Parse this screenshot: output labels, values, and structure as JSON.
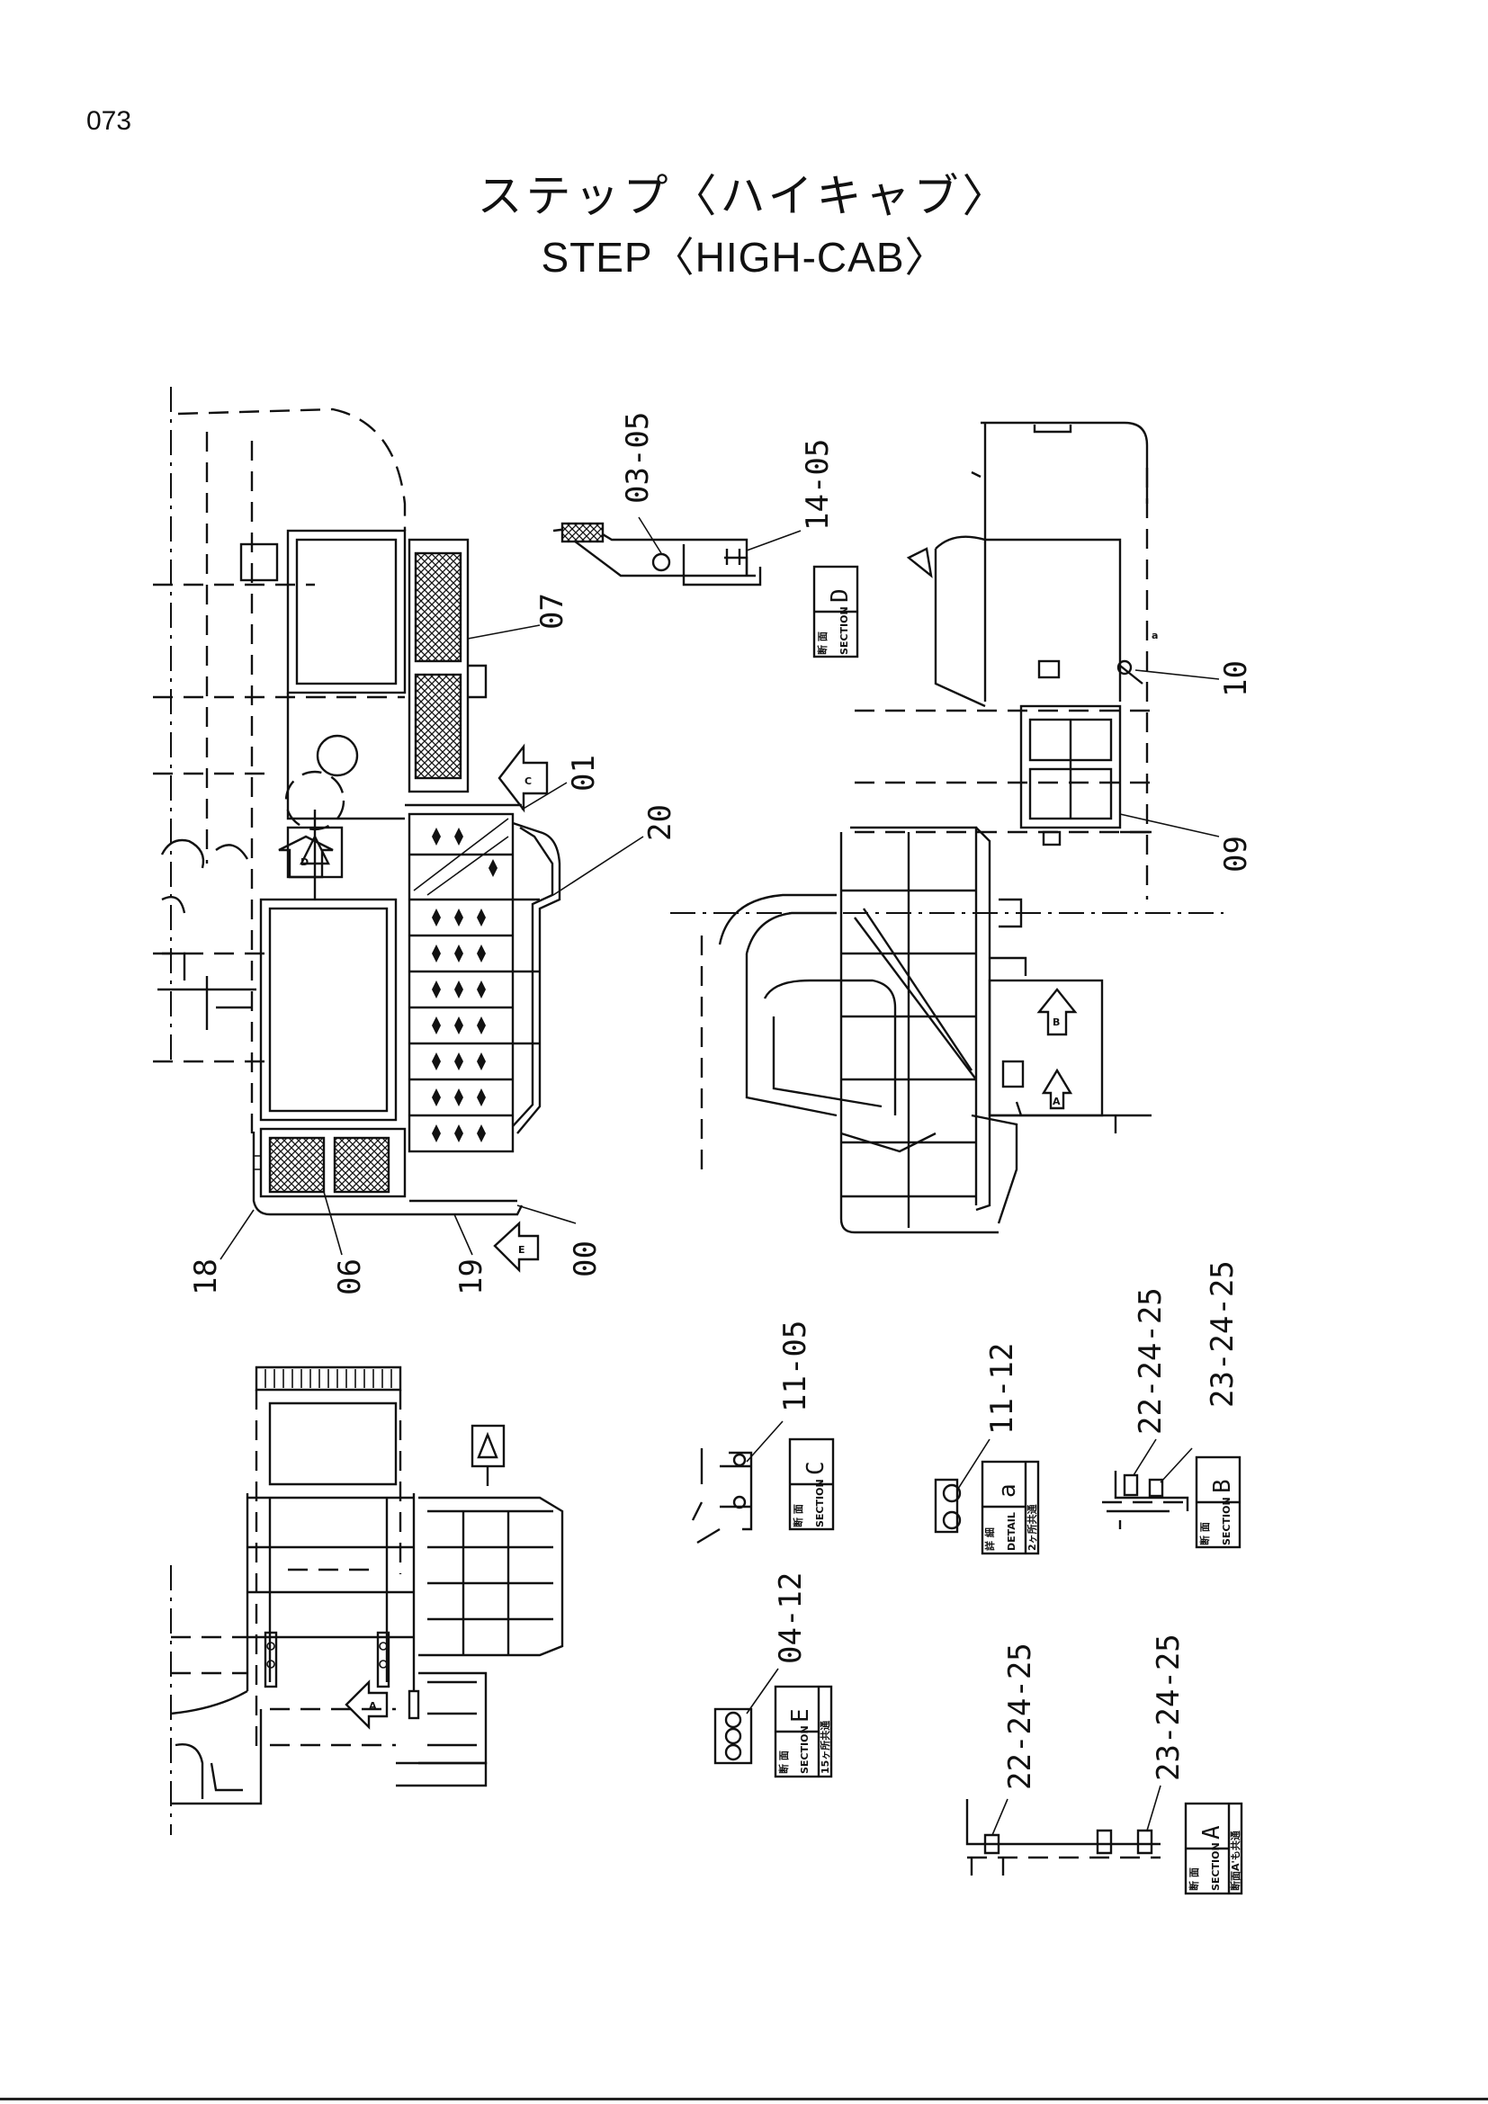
{
  "page": {
    "page_number": "073",
    "title_jp": "ステップ〈ハイキャブ〉",
    "title_en": "STEP〈HIGH-CAB〉"
  },
  "callouts": {
    "c_03_05": "03-05",
    "c_14_05": "14-05",
    "c_07": "07",
    "c_01": "01",
    "c_20": "20",
    "c_10": "10",
    "c_09": "09",
    "c_18": "18",
    "c_06": "06",
    "c_19": "19",
    "c_00": "00",
    "c_11_05": "11-05",
    "c_11_12": "11-12",
    "c_22_24_25_b": "22-24-25",
    "c_23_24_25_b": "23-24-25",
    "c_04_12": "04-12",
    "c_22_24_25_a": "22-24-25",
    "c_23_24_25_a": "23-24-25"
  },
  "section_boxes": {
    "d": {
      "jp": "断 面",
      "en": "SECTION",
      "letter": "D"
    },
    "c": {
      "jp": "断 面",
      "en": "SECTION",
      "letter": "C"
    },
    "a_detail": {
      "jp": "詳 細",
      "en": "DETAIL",
      "letter": "a",
      "note": "2ヶ所共通"
    },
    "b": {
      "jp": "断 面",
      "en": "SECTION",
      "letter": "B"
    },
    "e": {
      "jp": "断 面",
      "en": "SECTION",
      "letter": "E",
      "note": "15ヶ所共通"
    },
    "a": {
      "jp": "断 面",
      "en": "SECTION",
      "letter": "A",
      "note": "断面A'も共通"
    }
  },
  "view_markers": {
    "c": "C",
    "d": "D",
    "b": "B",
    "a": "A",
    "e": "E",
    "a2": "A",
    "detail": "a"
  }
}
